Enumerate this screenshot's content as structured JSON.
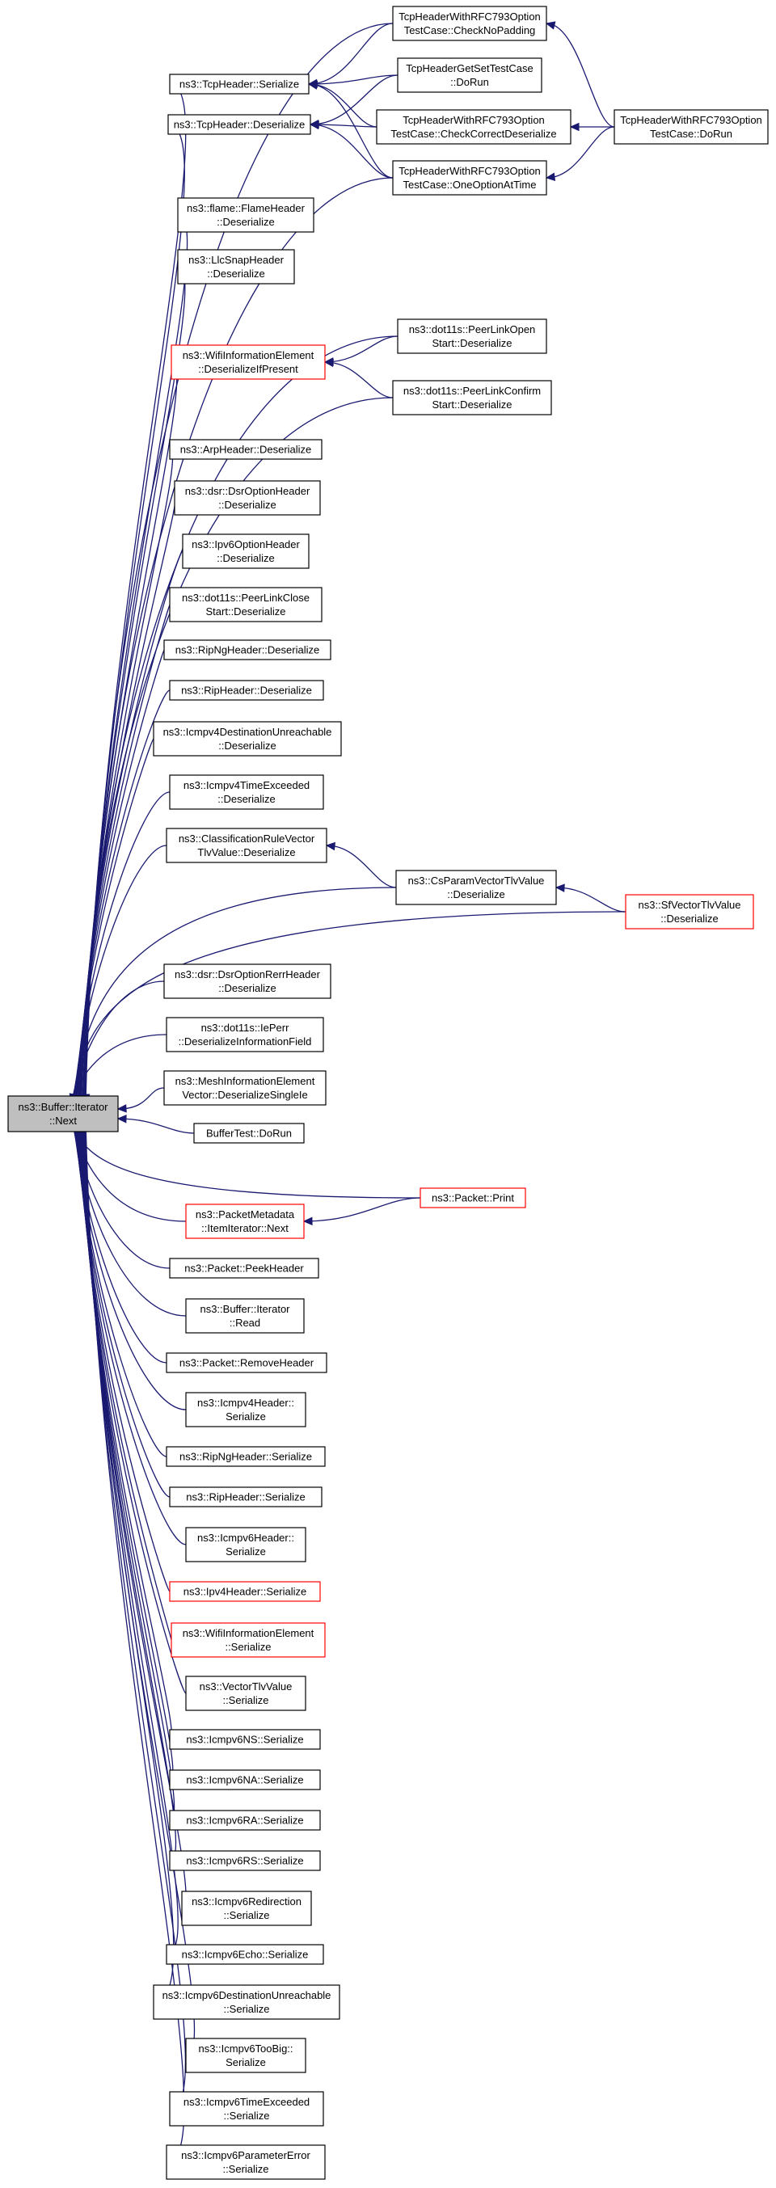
{
  "nodes": [
    {
      "id": "root",
      "lines": [
        "ns3::Buffer::Iterator",
        "::Next"
      ],
      "style": "root"
    },
    {
      "id": "tcp_ser",
      "lines": [
        "ns3::TcpHeader::Serialize"
      ],
      "style": "normal"
    },
    {
      "id": "tcp_deser",
      "lines": [
        "ns3::TcpHeader::Deserialize"
      ],
      "style": "normal"
    },
    {
      "id": "flame",
      "lines": [
        "ns3::flame::FlameHeader",
        "::Deserialize"
      ],
      "style": "normal"
    },
    {
      "id": "llc",
      "lines": [
        "ns3::LlcSnapHeader",
        "::Deserialize"
      ],
      "style": "normal"
    },
    {
      "id": "wifi_deser",
      "lines": [
        "ns3::WifiInformationElement",
        "::DeserializeIfPresent"
      ],
      "style": "red"
    },
    {
      "id": "arp",
      "lines": [
        "ns3::ArpHeader::Deserialize"
      ],
      "style": "normal"
    },
    {
      "id": "dsr_opt",
      "lines": [
        "ns3::dsr::DsrOptionHeader",
        "::Deserialize"
      ],
      "style": "normal"
    },
    {
      "id": "ipv6opt",
      "lines": [
        "ns3::Ipv6OptionHeader",
        "::Deserialize"
      ],
      "style": "normal"
    },
    {
      "id": "plclose",
      "lines": [
        "ns3::dot11s::PeerLinkClose",
        "Start::Deserialize"
      ],
      "style": "normal"
    },
    {
      "id": "ripng_d",
      "lines": [
        "ns3::RipNgHeader::Deserialize"
      ],
      "style": "normal"
    },
    {
      "id": "rip_d",
      "lines": [
        "ns3::RipHeader::Deserialize"
      ],
      "style": "normal"
    },
    {
      "id": "icmp4du",
      "lines": [
        "ns3::Icmpv4DestinationUnreachable",
        "::Deserialize"
      ],
      "style": "normal"
    },
    {
      "id": "icmp4te",
      "lines": [
        "ns3::Icmpv4TimeExceeded",
        "::Deserialize"
      ],
      "style": "normal"
    },
    {
      "id": "crv",
      "lines": [
        "ns3::ClassificationRuleVector",
        "TlvValue::Deserialize"
      ],
      "style": "normal"
    },
    {
      "id": "dsr_rerr",
      "lines": [
        "ns3::dsr::DsrOptionRerrHeader",
        "::Deserialize"
      ],
      "style": "normal"
    },
    {
      "id": "ieperr",
      "lines": [
        "ns3::dot11s::IePerr",
        "::DeserializeInformationField"
      ],
      "style": "normal"
    },
    {
      "id": "mesh",
      "lines": [
        "ns3::MeshInformationElement",
        "Vector::DeserializeSingleIe"
      ],
      "style": "normal"
    },
    {
      "id": "buftest",
      "lines": [
        "BufferTest::DoRun"
      ],
      "style": "normal"
    },
    {
      "id": "pm_next",
      "lines": [
        "ns3::PacketMetadata",
        "::ItemIterator::Next"
      ],
      "style": "red"
    },
    {
      "id": "peek",
      "lines": [
        "ns3::Packet::PeekHeader"
      ],
      "style": "normal"
    },
    {
      "id": "bufread",
      "lines": [
        "ns3::Buffer::Iterator",
        "::Read"
      ],
      "style": "normal"
    },
    {
      "id": "remove",
      "lines": [
        "ns3::Packet::RemoveHeader"
      ],
      "style": "normal"
    },
    {
      "id": "icmp4h",
      "lines": [
        "ns3::Icmpv4Header::",
        "Serialize"
      ],
      "style": "normal"
    },
    {
      "id": "ripng_s",
      "lines": [
        "ns3::RipNgHeader::Serialize"
      ],
      "style": "normal"
    },
    {
      "id": "rip_s",
      "lines": [
        "ns3::RipHeader::Serialize"
      ],
      "style": "normal"
    },
    {
      "id": "icmp6h",
      "lines": [
        "ns3::Icmpv6Header::",
        "Serialize"
      ],
      "style": "normal"
    },
    {
      "id": "ipv4s",
      "lines": [
        "ns3::Ipv4Header::Serialize"
      ],
      "style": "red"
    },
    {
      "id": "wifi_ser",
      "lines": [
        "ns3::WifiInformationElement",
        "::Serialize"
      ],
      "style": "red"
    },
    {
      "id": "vtlv",
      "lines": [
        "ns3::VectorTlvValue",
        "::Serialize"
      ],
      "style": "normal"
    },
    {
      "id": "ns",
      "lines": [
        "ns3::Icmpv6NS::Serialize"
      ],
      "style": "normal"
    },
    {
      "id": "na",
      "lines": [
        "ns3::Icmpv6NA::Serialize"
      ],
      "style": "normal"
    },
    {
      "id": "ra",
      "lines": [
        "ns3::Icmpv6RA::Serialize"
      ],
      "style": "normal"
    },
    {
      "id": "rs",
      "lines": [
        "ns3::Icmpv6RS::Serialize"
      ],
      "style": "normal"
    },
    {
      "id": "redir",
      "lines": [
        "ns3::Icmpv6Redirection",
        "::Serialize"
      ],
      "style": "normal"
    },
    {
      "id": "echo",
      "lines": [
        "ns3::Icmpv6Echo::Serialize"
      ],
      "style": "normal"
    },
    {
      "id": "icmp6du",
      "lines": [
        "ns3::Icmpv6DestinationUnreachable",
        "::Serialize"
      ],
      "style": "normal"
    },
    {
      "id": "toobig",
      "lines": [
        "ns3::Icmpv6TooBig::",
        "Serialize"
      ],
      "style": "normal"
    },
    {
      "id": "icmp6te",
      "lines": [
        "ns3::Icmpv6TimeExceeded",
        "::Serialize"
      ],
      "style": "normal"
    },
    {
      "id": "icmp6pe",
      "lines": [
        "ns3::Icmpv6ParameterError",
        "::Serialize"
      ],
      "style": "normal"
    },
    {
      "id": "nopad",
      "lines": [
        "TcpHeaderWithRFC793Option",
        "TestCase::CheckNoPadding"
      ],
      "style": "normal"
    },
    {
      "id": "getset",
      "lines": [
        "TcpHeaderGetSetTestCase",
        "::DoRun"
      ],
      "style": "normal"
    },
    {
      "id": "corrdeser",
      "lines": [
        "TcpHeaderWithRFC793Option",
        "TestCase::CheckCorrectDeserialize"
      ],
      "style": "normal"
    },
    {
      "id": "oneopt",
      "lines": [
        "TcpHeaderWithRFC793Option",
        "TestCase::OneOptionAtTime"
      ],
      "style": "normal"
    },
    {
      "id": "plopen",
      "lines": [
        "ns3::dot11s::PeerLinkOpen",
        "Start::Deserialize"
      ],
      "style": "normal"
    },
    {
      "id": "plconf",
      "lines": [
        "ns3::dot11s::PeerLinkConfirm",
        "Start::Deserialize"
      ],
      "style": "normal"
    },
    {
      "id": "cspv",
      "lines": [
        "ns3::CsParamVectorTlvValue",
        "::Deserialize"
      ],
      "style": "normal"
    },
    {
      "id": "print",
      "lines": [
        "ns3::Packet::Print"
      ],
      "style": "red"
    },
    {
      "id": "rfc_dorun",
      "lines": [
        "TcpHeaderWithRFC793Option",
        "TestCase::DoRun"
      ],
      "style": "normal"
    },
    {
      "id": "sfv",
      "lines": [
        "ns3::SfVectorTlvValue",
        "::Deserialize"
      ],
      "style": "red"
    }
  ],
  "edges": [
    [
      "tcp_ser",
      "root"
    ],
    [
      "tcp_deser",
      "root"
    ],
    [
      "flame",
      "root"
    ],
    [
      "llc",
      "root"
    ],
    [
      "wifi_deser",
      "root"
    ],
    [
      "arp",
      "root"
    ],
    [
      "dsr_opt",
      "root"
    ],
    [
      "ipv6opt",
      "root"
    ],
    [
      "plclose",
      "root"
    ],
    [
      "ripng_d",
      "root"
    ],
    [
      "rip_d",
      "root"
    ],
    [
      "icmp4du",
      "root"
    ],
    [
      "icmp4te",
      "root"
    ],
    [
      "crv",
      "root"
    ],
    [
      "dsr_rerr",
      "root"
    ],
    [
      "ieperr",
      "root"
    ],
    [
      "mesh",
      "root"
    ],
    [
      "buftest",
      "root"
    ],
    [
      "pm_next",
      "root"
    ],
    [
      "peek",
      "root"
    ],
    [
      "bufread",
      "root"
    ],
    [
      "remove",
      "root"
    ],
    [
      "icmp4h",
      "root"
    ],
    [
      "ripng_s",
      "root"
    ],
    [
      "rip_s",
      "root"
    ],
    [
      "icmp6h",
      "root"
    ],
    [
      "ipv4s",
      "root"
    ],
    [
      "wifi_ser",
      "root"
    ],
    [
      "vtlv",
      "root"
    ],
    [
      "ns",
      "root"
    ],
    [
      "na",
      "root"
    ],
    [
      "ra",
      "root"
    ],
    [
      "rs",
      "root"
    ],
    [
      "redir",
      "root"
    ],
    [
      "echo",
      "root"
    ],
    [
      "icmp6du",
      "root"
    ],
    [
      "toobig",
      "root"
    ],
    [
      "icmp6te",
      "root"
    ],
    [
      "icmp6pe",
      "root"
    ],
    [
      "nopad",
      "root"
    ],
    [
      "oneopt",
      "root"
    ],
    [
      "plopen",
      "root"
    ],
    [
      "plconf",
      "root"
    ],
    [
      "cspv",
      "root"
    ],
    [
      "print",
      "root"
    ],
    [
      "sfv",
      "root"
    ],
    [
      "nopad",
      "tcp_ser"
    ],
    [
      "getset",
      "tcp_ser"
    ],
    [
      "corrdeser",
      "tcp_ser"
    ],
    [
      "oneopt",
      "tcp_ser"
    ],
    [
      "getset",
      "tcp_deser"
    ],
    [
      "corrdeser",
      "tcp_deser"
    ],
    [
      "oneopt",
      "tcp_deser"
    ],
    [
      "plopen",
      "wifi_deser"
    ],
    [
      "plconf",
      "wifi_deser"
    ],
    [
      "cspv",
      "crv"
    ],
    [
      "sfv",
      "cspv"
    ],
    [
      "print",
      "pm_next"
    ],
    [
      "rfc_dorun",
      "nopad"
    ],
    [
      "rfc_dorun",
      "corrdeser"
    ],
    [
      "rfc_dorun",
      "oneopt"
    ]
  ]
}
